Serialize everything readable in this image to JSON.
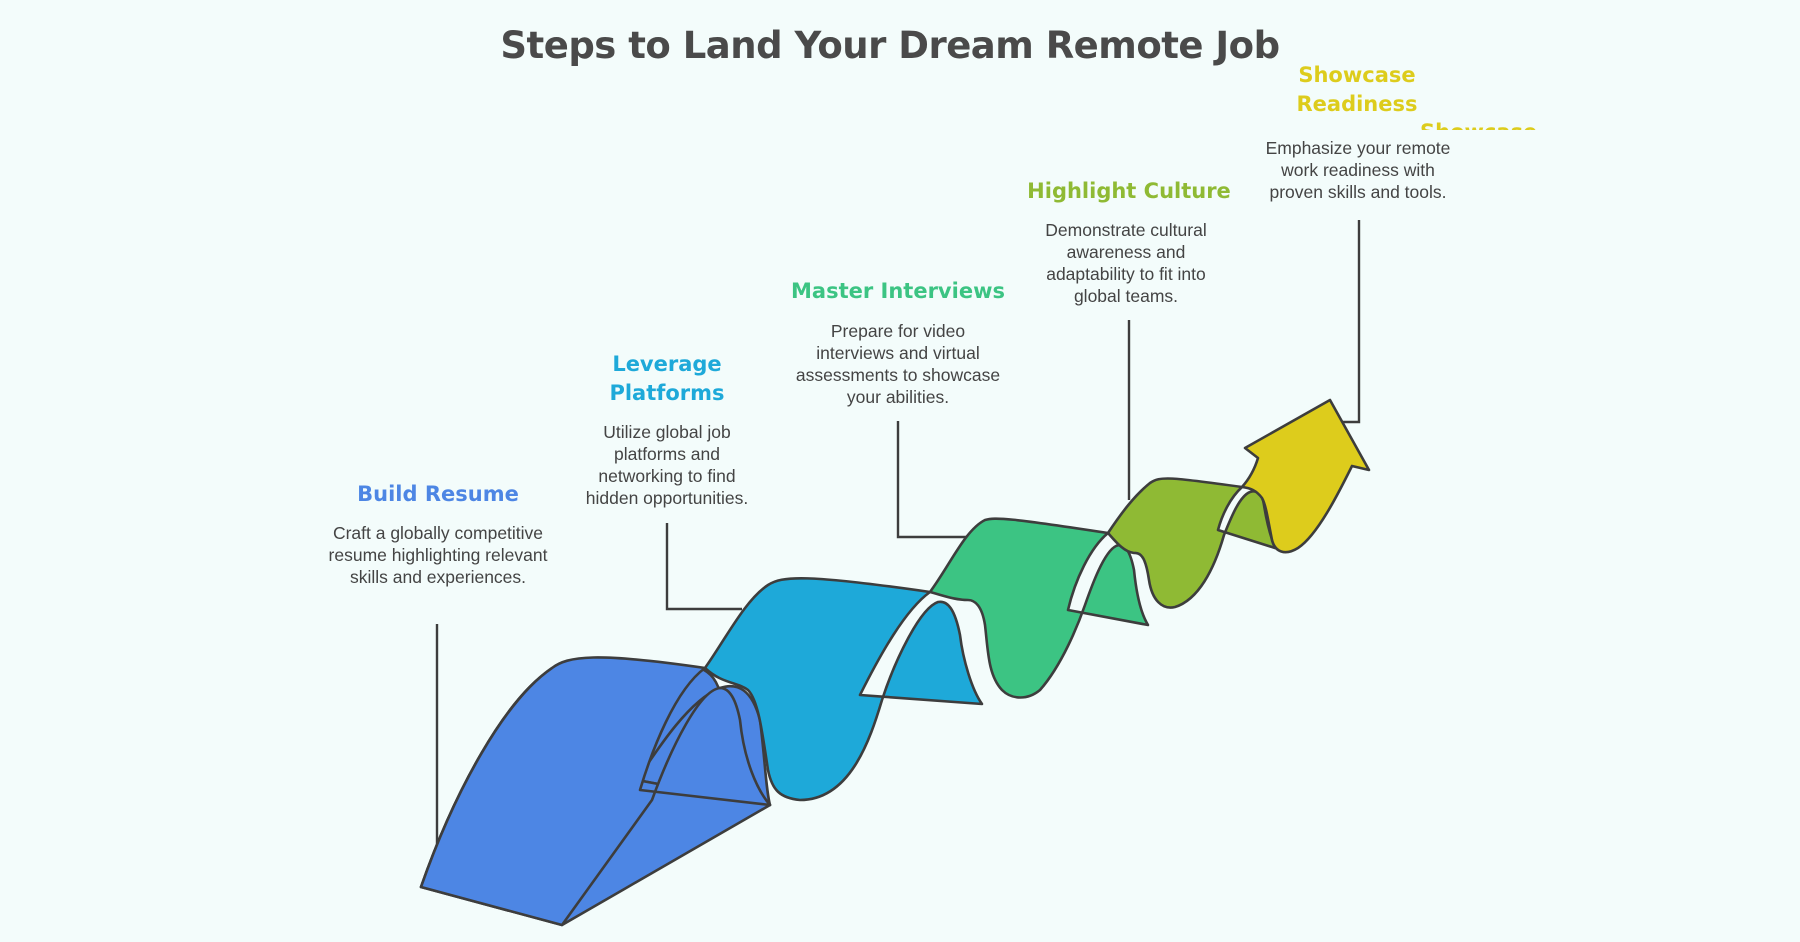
{
  "title": "Steps to Land Your Dream Remote Job",
  "steps": [
    {
      "title": "Build Resume",
      "description": "Craft a globally competitive resume highlighting relevant skills and experiences.",
      "color": "#4d86e4"
    },
    {
      "title": "Leverage Platforms",
      "description": "Utilize global job platforms and networking to find hidden opportunities.",
      "color": "#1ea9d9"
    },
    {
      "title": "Master Interviews",
      "description": "Prepare for video interviews and virtual assessments to showcase your abilities.",
      "color": "#3cc483"
    },
    {
      "title": "Highlight Culture",
      "description": "Demonstrate cultural awareness and adaptability to fit into global teams.",
      "color": "#8fba34"
    },
    {
      "title": "Showcase Readiness",
      "description": "Emphasize your remote work readiness with proven skills and tools.",
      "color": "#ddcc1c"
    }
  ],
  "ghost_text": "Showcase",
  "outline_color": "#3d3d3d"
}
